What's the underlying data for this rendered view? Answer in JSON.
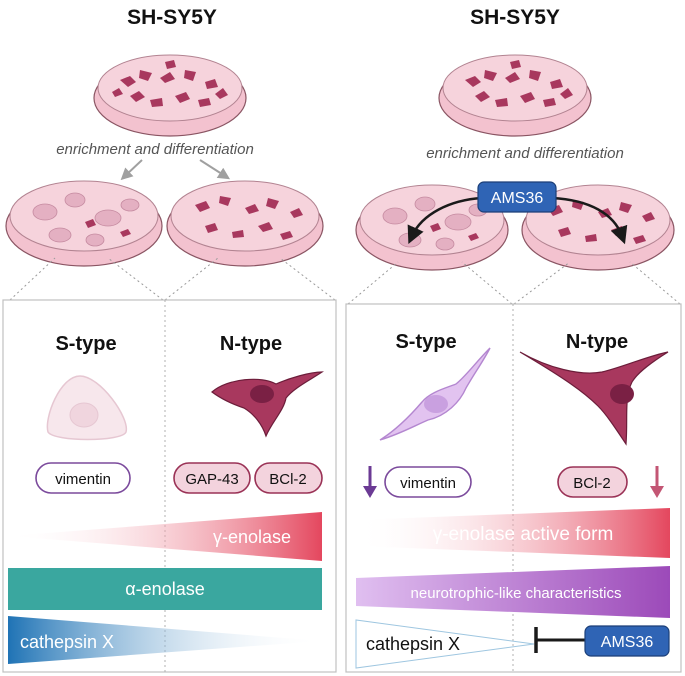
{
  "left": {
    "title": "SH-SY5Y",
    "process": "enrichment and differentiation",
    "s_label": "S-type",
    "n_label": "N-type",
    "s_markers": [
      "vimentin"
    ],
    "n_markers": [
      "GAP-43",
      "BCl-2"
    ],
    "bars": {
      "gamma": "γ-enolase",
      "alpha": "α-enolase",
      "cathepsin": "cathepsin X"
    }
  },
  "right": {
    "title": "SH-SY5Y",
    "process": "enrichment and differentiation",
    "drug": "AMS36",
    "s_label": "S-type",
    "n_label": "N-type",
    "s_markers": [
      "vimentin"
    ],
    "n_markers": [
      "BCl-2"
    ],
    "bars": {
      "gamma": "γ-enolase active form",
      "neuro": "neurotrophic-like characteristics",
      "cathepsin": "cathepsin X",
      "inhibitor": "AMS36"
    }
  },
  "colors": {
    "dish_fill": "#f6d3dc",
    "dish_rim": "#f3c2cf",
    "dish_edge": "#8a5563",
    "n_cell": "#a8385e",
    "s_cell_fill": "#e4b0c2",
    "gamma_bar": "#e4475e",
    "alpha_bar": "#3aa79f",
    "cathepsin_bar": "#1f73b5",
    "neuro_bar": "#9c4ab9",
    "drug_box": "#2f64b5",
    "down_purple": "#6b3a94",
    "down_pink": "#c35674",
    "panel_border": "#c0c0c0"
  }
}
